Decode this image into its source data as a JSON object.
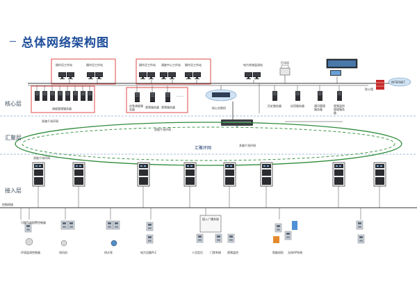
{
  "title": "总体网络架构图",
  "layers": {
    "core": "核心层",
    "aggregation": "汇聚层",
    "access": "接入层"
  },
  "ring": {
    "center": "汇聚环网",
    "left_top": "双链千兆环网",
    "left_bottom": "双链千兆环网",
    "right": "多路千兆环网"
  },
  "core_area": {
    "ws_left_a": "操作员工作站",
    "ws_left_b": "操作员工作站",
    "ws_mid_a": "操作员工作站",
    "ws_mid_b": "调度中心工作站",
    "ws_mid_c": "操作员工作站",
    "ws_right": "电力系统监测站",
    "printer": "打印机",
    "firewall": "防火墙",
    "internet": "INTERNET",
    "server_group_label": "调度管理服务器",
    "core_switch": "核心交换机",
    "uplink_label": "多路千兆环网",
    "mid_servers": [
      "应急调度服务器",
      "视频服务器",
      "视频服务器"
    ],
    "dots": "……",
    "right_servers": [
      "历史服务器",
      "应用服务器",
      "通讯管理服务器",
      "视频监控管理服务器"
    ]
  },
  "bottom": {
    "bus_label": "控制网络",
    "devices": [
      "可燃气体报警控制器",
      "环境监测控制器",
      "排风机",
      "排水泵",
      "电力设备PLC",
      "人员定位",
      "门禁系统",
      "视频监控",
      "智能巡检",
      "无线AP系统"
    ],
    "broadcast_label": "接入广播系统"
  }
}
